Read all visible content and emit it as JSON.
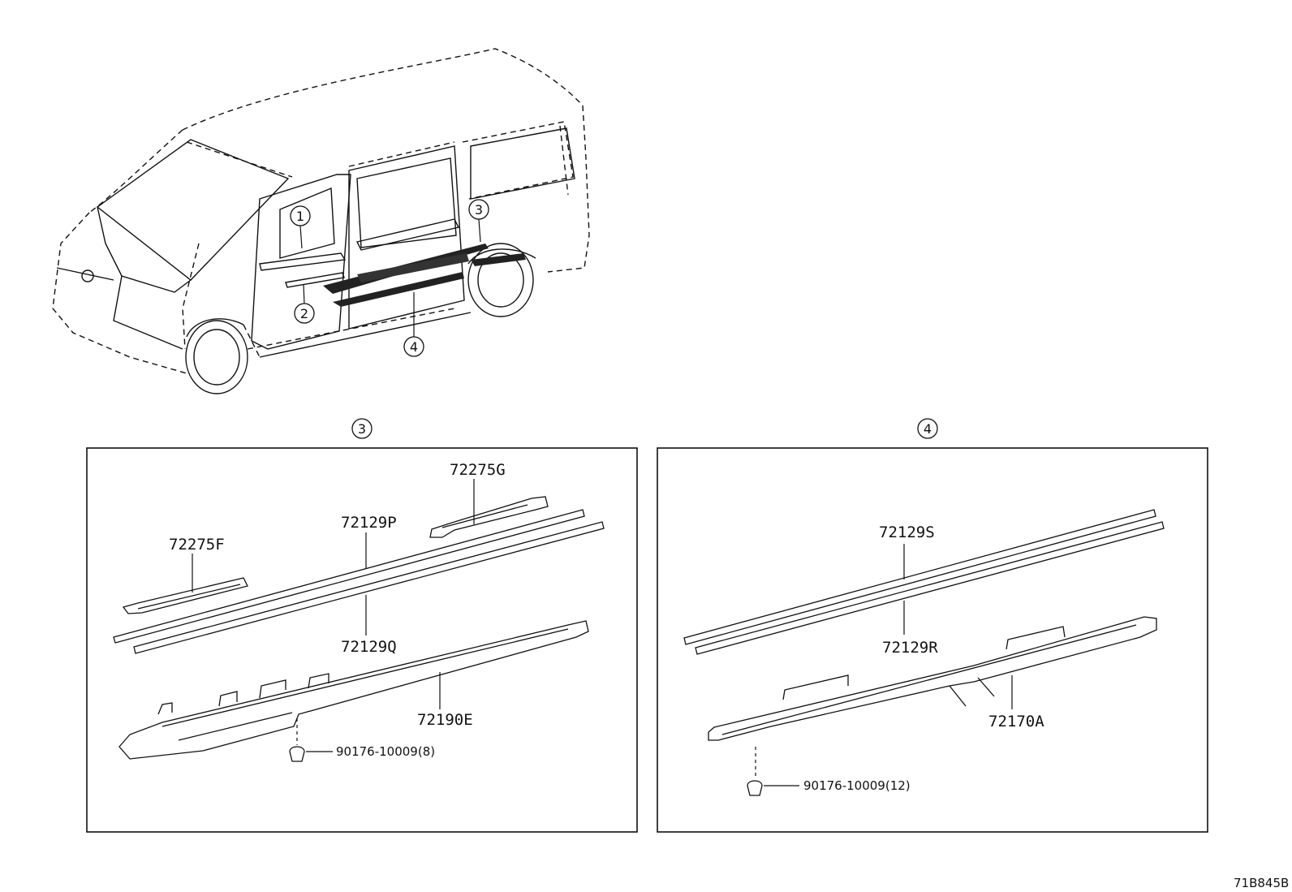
{
  "overview": {
    "callouts": [
      "1",
      "2",
      "3",
      "4"
    ]
  },
  "panel3": {
    "marker": "3",
    "parts": {
      "p72275G": "72275G",
      "p72129P": "72129P",
      "p72275F": "72275F",
      "p72129Q": "72129Q",
      "p72190E": "72190E",
      "clip": "90176-10009(8)"
    }
  },
  "panel4": {
    "marker": "4",
    "parts": {
      "p72129S": "72129S",
      "p72129R": "72129R",
      "p72170A": "72170A",
      "clip": "90176-10009(12)"
    }
  },
  "footer": {
    "code": "71B845B"
  },
  "colors": {
    "ink": "#111111",
    "background": "#ffffff"
  }
}
